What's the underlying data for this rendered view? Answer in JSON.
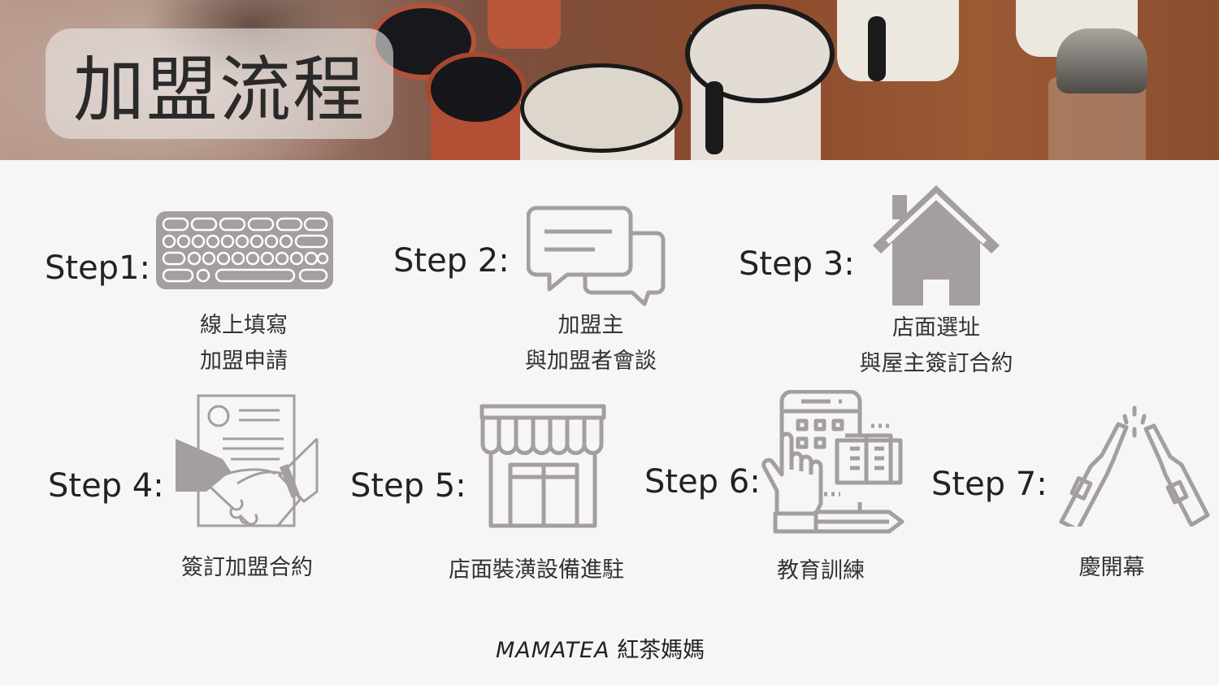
{
  "banner": {
    "title": "加盟流程"
  },
  "steps": [
    {
      "label": "Step1:",
      "icon": "keyboard-icon",
      "desc": [
        "線上填寫",
        "加盟申請"
      ]
    },
    {
      "label": "Step 2:",
      "icon": "chat-bubbles-icon",
      "desc": [
        "加盟主",
        "與加盟者會談"
      ]
    },
    {
      "label": "Step 3:",
      "icon": "house-icon",
      "desc": [
        "店面選址",
        "與屋主簽訂合約"
      ]
    },
    {
      "label": "Step 4:",
      "icon": "handshake-contract-icon",
      "desc": [
        "簽訂加盟合約"
      ]
    },
    {
      "label": "Step 5:",
      "icon": "storefront-icon",
      "desc": [
        "店面裝潢設備進駐"
      ]
    },
    {
      "label": "Step 6:",
      "icon": "mobile-learning-icon",
      "desc": [
        "教育訓練"
      ]
    },
    {
      "label": "Step 7:",
      "icon": "bottles-cheers-icon",
      "desc": [
        "慶開幕"
      ]
    }
  ],
  "footer": {
    "brand_en": "MAMATEA",
    "brand_zh": "紅茶媽媽"
  },
  "colors": {
    "icon_gray": "#a59e9e",
    "text": "#222222",
    "background": "#f6f6f6"
  }
}
